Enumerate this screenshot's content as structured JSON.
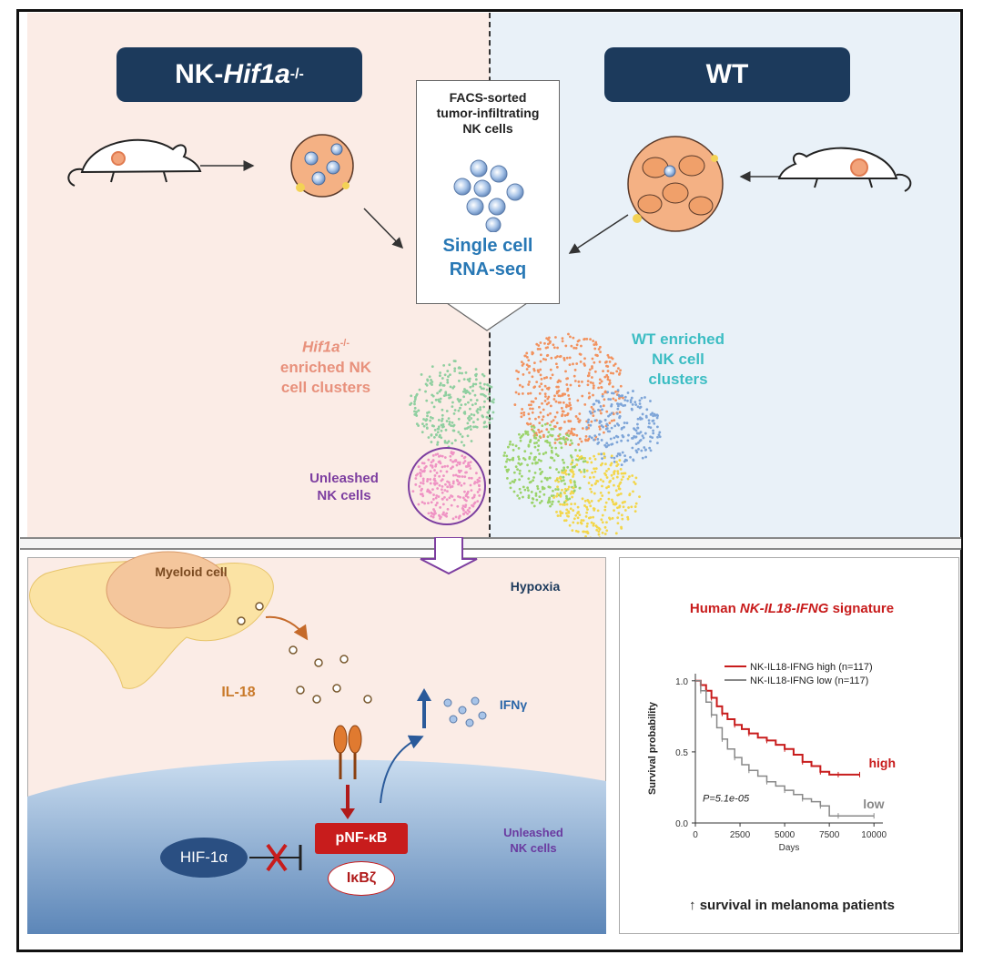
{
  "header": {
    "ko_banner_prefix": "NK-",
    "ko_banner_gene": "Hif1a",
    "ko_banner_sup": "-/-",
    "wt_banner": "WT"
  },
  "center_box": {
    "line1": "FACS-sorted",
    "line2": "tumor-infiltrating",
    "line3": "NK cells",
    "rna1": "Single cell",
    "rna2": "RNA-seq"
  },
  "clusters": {
    "ko_gene": "Hif1a",
    "ko_sup": "-/-",
    "ko_line2": "enriched NK",
    "ko_line3": "cell clusters",
    "wt_line1": "WT enriched",
    "wt_line2": "NK cell",
    "wt_line3": "clusters",
    "unleashed_line1": "Unleashed",
    "unleashed_line2": "NK cells"
  },
  "mechanism": {
    "myeloid": "Myeloid cell",
    "hypoxia": "Hypoxia",
    "il18": "IL-18",
    "ifng": "IFNγ",
    "pnfkb": "pNF-κB",
    "ikbz": "IκBζ",
    "hif": "HIF-1α",
    "unleashed_line1": "Unleashed",
    "unleashed_line2": "NK cells"
  },
  "survival": {
    "title_prefix": "Human ",
    "title_italic": "NK-IL18-IFNG",
    "title_suffix": " signature",
    "footer": "↑ survival in melanoma patients",
    "high_label": "high",
    "low_label": "low",
    "pvalue": "P=5.1e-05",
    "colors": {
      "high": "#c81c1c",
      "low": "#888888"
    }
  },
  "chart_data": {
    "type": "line",
    "xlabel": "Days",
    "ylabel": "Survival probability",
    "xlim": [
      0,
      10500
    ],
    "ylim": [
      0,
      1.05
    ],
    "xticks": [
      "0",
      "2500",
      "5000",
      "7500",
      "10000"
    ],
    "yticks": [
      "0.0",
      "0.5",
      "1.0"
    ],
    "legend": [
      "NK-IL18-IFNG high (n=117)",
      "NK-IL18-IFNG low (n=117)"
    ],
    "series": [
      {
        "name": "NK-IL18-IFNG high (n=117)",
        "x": [
          0,
          300,
          600,
          900,
          1200,
          1500,
          1800,
          2200,
          2600,
          3000,
          3500,
          4000,
          4500,
          5000,
          5500,
          6000,
          6500,
          7000,
          7500,
          8000,
          8500,
          9200
        ],
        "y": [
          1.0,
          0.97,
          0.93,
          0.88,
          0.82,
          0.77,
          0.73,
          0.69,
          0.66,
          0.63,
          0.6,
          0.58,
          0.55,
          0.52,
          0.48,
          0.43,
          0.4,
          0.36,
          0.34,
          0.34,
          0.34,
          0.34
        ]
      },
      {
        "name": "NK-IL18-IFNG low (n=117)",
        "x": [
          0,
          300,
          600,
          900,
          1200,
          1500,
          1800,
          2200,
          2600,
          3000,
          3500,
          4000,
          4500,
          5000,
          5500,
          6000,
          6500,
          7000,
          7500,
          8000,
          9000,
          10000
        ],
        "y": [
          1.0,
          0.93,
          0.85,
          0.76,
          0.67,
          0.59,
          0.52,
          0.46,
          0.41,
          0.37,
          0.33,
          0.29,
          0.26,
          0.23,
          0.2,
          0.17,
          0.15,
          0.12,
          0.05,
          0.05,
          0.05,
          0.05
        ]
      }
    ]
  }
}
